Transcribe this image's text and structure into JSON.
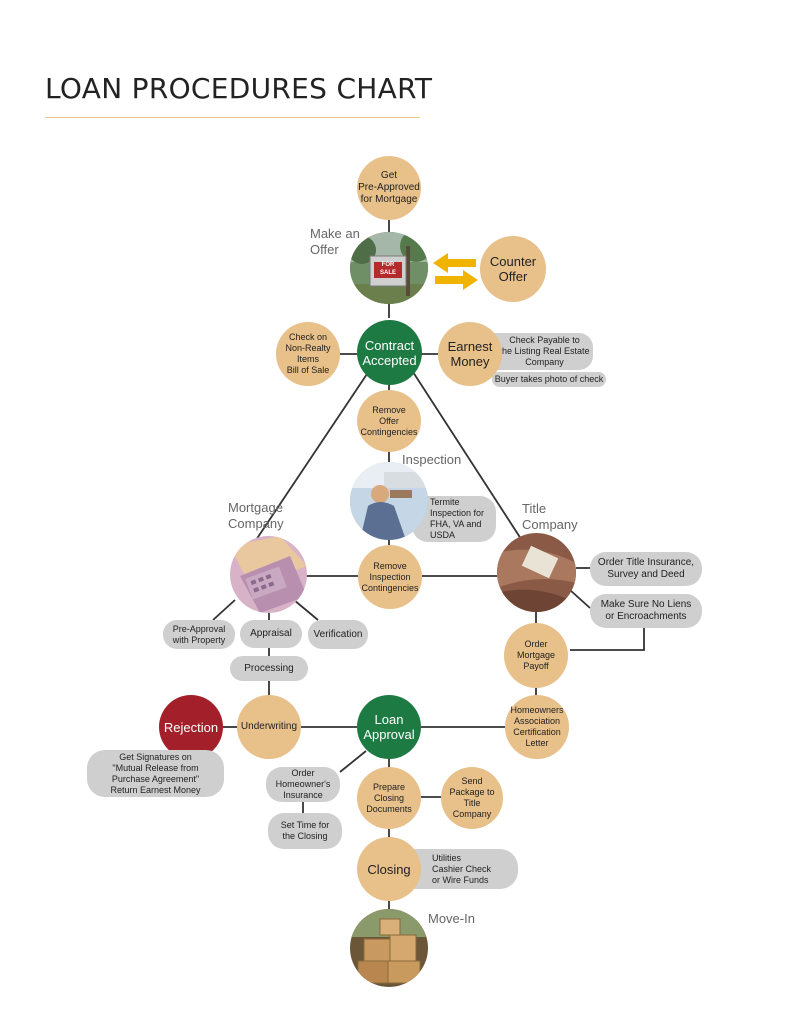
{
  "title": "LOAN PROCEDURES CHART",
  "nodes": {
    "get_preapproved": "Get\nPre-Approved\nfor Mortgage",
    "counter_offer": "Counter\nOffer",
    "check_non_realty": "Check on\nNon-Realty\nItems\nBill of Sale",
    "contract_accepted": "Contract\nAccepted",
    "earnest_money": "Earnest\nMoney",
    "check_payable": "Check Payable to\nthe Listing Real Estate\nCompany",
    "buyer_photo": "Buyer takes photo of check",
    "remove_offer": "Remove\nOffer\nContingencies",
    "termite": "Termite\nInspection for\nFHA, VA and\nUSDA",
    "remove_inspection": "Remove\nInspection\nContingencies",
    "order_title": "Order Title Insurance,\nSurvey and Deed",
    "no_liens": "Make Sure No Liens\nor Encroachments",
    "pre_approval_property": "Pre-Approval\nwith Property",
    "appraisal": "Appraisal",
    "verification": "Verification",
    "order_payoff": "Order\nMortgage\nPayoff",
    "processing": "Processing",
    "rejection": "Rejection",
    "underwriting": "Underwriting",
    "loan_approval": "Loan\nApproval",
    "hoa": "Homeowners\nAssociation\nCertification\nLetter",
    "get_signatures": "Get Signatures on\n\"Mutual Release from\nPurchase Agreement\"\nReturn Earnest Money",
    "order_homeowners": "Order\nHomeowner's\nInsurance",
    "prepare_closing": "Prepare\nClosing\nDocuments",
    "send_package": "Send\nPackage to\nTitle\nCompany",
    "set_time": "Set Time for\nthe Closing",
    "closing": "Closing",
    "utilities": "Utilities\nCashier Check\nor Wire Funds"
  },
  "labels": {
    "make_offer": "Make an\nOffer",
    "inspection": "Inspection",
    "mortgage_company": "Mortgage\nCompany",
    "title_company": "Title\nCompany",
    "move_in": "Move-In"
  },
  "sign_text": "FOR\nSALE",
  "colors": {
    "tan": "#e8c08a",
    "green": "#1e7a43",
    "red": "#a3202a",
    "gray_pill": "#cfcfcf",
    "arrow": "#f0b400",
    "line": "#333333"
  }
}
